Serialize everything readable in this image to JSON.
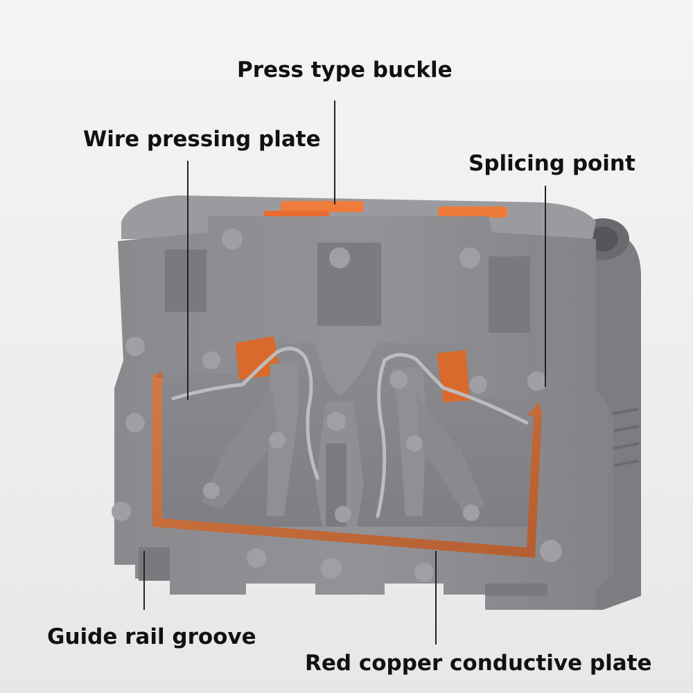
{
  "callouts": {
    "press_type_buckle": "Press type buckle",
    "wire_pressing_plate": "Wire pressing plate",
    "splicing_point": "Splicing point",
    "guide_rail_groove": "Guide rail groove",
    "red_copper_conductive_plate": "Red copper conductive plate"
  },
  "colors": {
    "housing": "#8e8e92",
    "housing_shade": "#7a7a7e",
    "buckle": "#f07a3a",
    "copper": "#c46a38",
    "spring": "#b9b9bd",
    "label_text": "#111111"
  }
}
